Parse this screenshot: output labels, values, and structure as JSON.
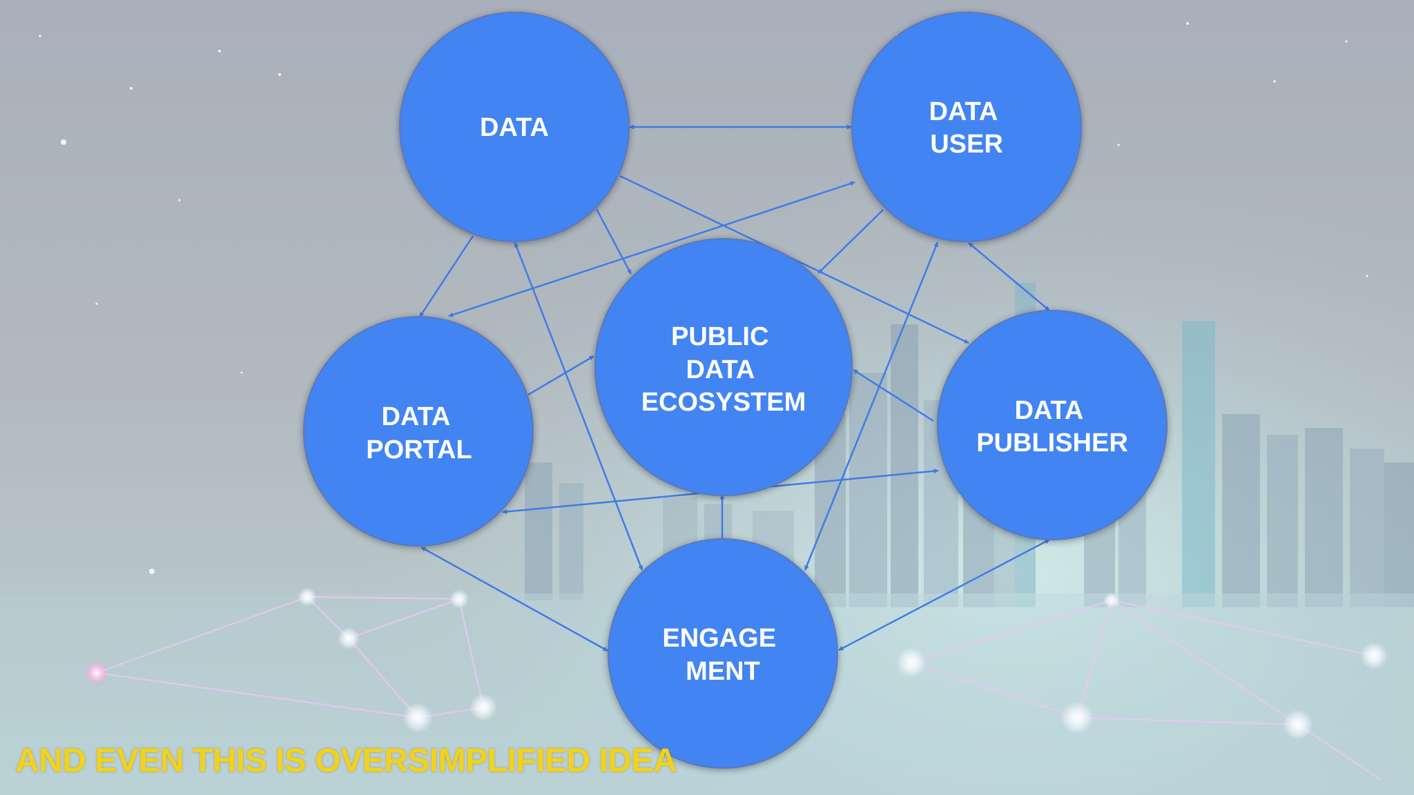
{
  "nodes": {
    "data": {
      "lines": [
        "DATA"
      ]
    },
    "data_user": {
      "lines": [
        "DATA",
        "USER"
      ]
    },
    "public_data_ecosystem": {
      "lines": [
        "PUBLIC",
        "DATA",
        "ECOSYSTEM"
      ]
    },
    "data_portal": {
      "lines": [
        "DATA",
        "PORTAL"
      ]
    },
    "data_publisher": {
      "lines": [
        "DATA",
        "PUBLISHER"
      ]
    },
    "engagement": {
      "lines": [
        "ENGAGE",
        "MENT"
      ]
    }
  },
  "footer": {
    "caption": "AND EVEN THIS IS OVERSIMPLIFIED IDEA"
  },
  "colors": {
    "node_fill": "#4284f2",
    "arrow": "#3f7be6",
    "caption": "#f2d21c"
  }
}
